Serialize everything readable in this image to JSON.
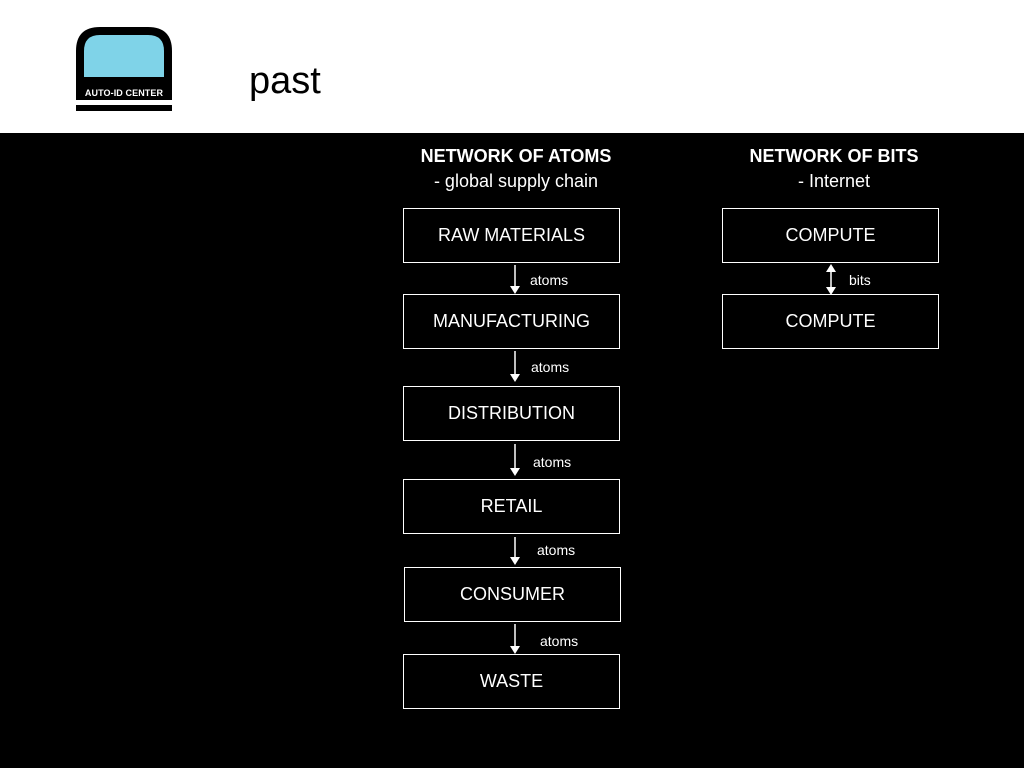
{
  "logo": {
    "text": "AUTO-ID CENTER",
    "window_color": "#7fd3e8"
  },
  "slide": {
    "title": "past"
  },
  "atoms": {
    "heading": "NETWORK OF ATOMS",
    "subheading": "- global supply chain",
    "stages": [
      "RAW MATERIALS",
      "MANUFACTURING",
      "DISTRIBUTION",
      "RETAIL",
      "CONSUMER",
      "WASTE"
    ],
    "flow_labels": [
      "atoms",
      "atoms",
      "atoms",
      "atoms",
      "atoms"
    ]
  },
  "bits": {
    "heading": "NETWORK OF BITS",
    "subheading": "- Internet",
    "nodes": [
      "COMPUTE",
      "COMPUTE"
    ],
    "flow_label": "bits"
  }
}
